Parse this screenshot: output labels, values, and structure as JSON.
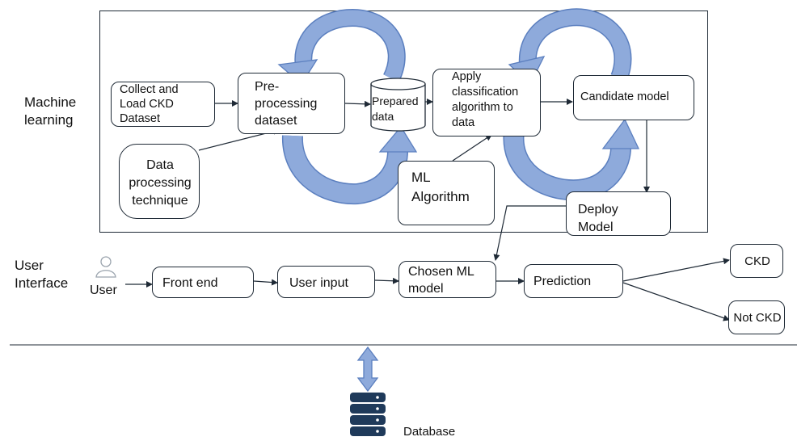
{
  "sections": {
    "machine_learning": "Machine\nlearning",
    "user_interface": "User\nInterface"
  },
  "ml_nodes": {
    "collect": "Collect and\nLoad CKD\nDataset",
    "preprocess": "Pre-\nprocessing\ndataset",
    "prepared": "Prepared\ndata",
    "apply": "Apply\nclassification\nalgorithm to\ndata",
    "candidate": "Candidate model",
    "technique": "Data\nprocessing\ntechnique",
    "algorithm": "ML\nAlgorithm",
    "deploy": "Deploy\nModel"
  },
  "ui_nodes": {
    "user": "User",
    "frontend": "Front end",
    "userinput": "User input",
    "chosen": "Chosen ML\nmodel",
    "prediction": "Prediction",
    "ckd": "CKD",
    "notckd": "Not CKD"
  },
  "database": {
    "label": "Database"
  },
  "colors": {
    "cycle_arrow": "#8eaadb",
    "cycle_edge": "#5b7fbf",
    "line": "#1f2a36",
    "db_icon": "#1f3a5a"
  },
  "icons": [
    "user-icon",
    "database-icon",
    "double-arrow-icon"
  ]
}
